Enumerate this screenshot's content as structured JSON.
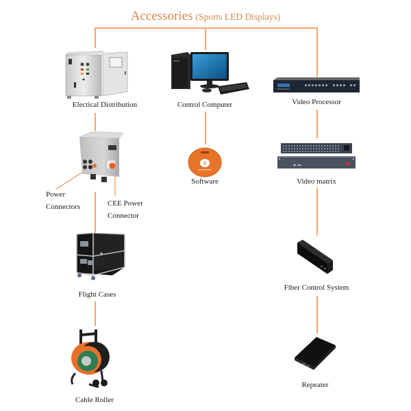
{
  "title": {
    "main": "Accessories",
    "sub": "(Sports LED Displays)"
  },
  "colors": {
    "accent": "#d9864a",
    "connector": "#f0a56e",
    "label": "#1a1a1a"
  },
  "nodes": {
    "electrical_distribution": {
      "label": "Electical Distribution",
      "icon": "electrical-cabinet"
    },
    "control_computer": {
      "label": "Control Computer",
      "icon": "desktop-computer"
    },
    "video_processor": {
      "label": "Video Processor",
      "icon": "rack-video-processor"
    },
    "power_distribution_box": {
      "icon": "power-distribution-box"
    },
    "power_connectors": {
      "label_line1": "Power",
      "label_line2": "Connectors"
    },
    "cee_power_connector": {
      "label_line1": "CEE Power",
      "label_line2": "Connector"
    },
    "software": {
      "label": "Software",
      "icon": "software-disc"
    },
    "video_matrix": {
      "label": "Video matrix",
      "icon": "video-matrix-switcher"
    },
    "flight_cases": {
      "label": "Flight Cases",
      "icon": "flight-case"
    },
    "fiber_control_system": {
      "label": "Fiber Control System",
      "icon": "fiber-box"
    },
    "cable_roller": {
      "label": "Cable Roller",
      "icon": "cable-reel"
    },
    "repeater": {
      "label": "Repeater",
      "icon": "repeater-box"
    }
  }
}
